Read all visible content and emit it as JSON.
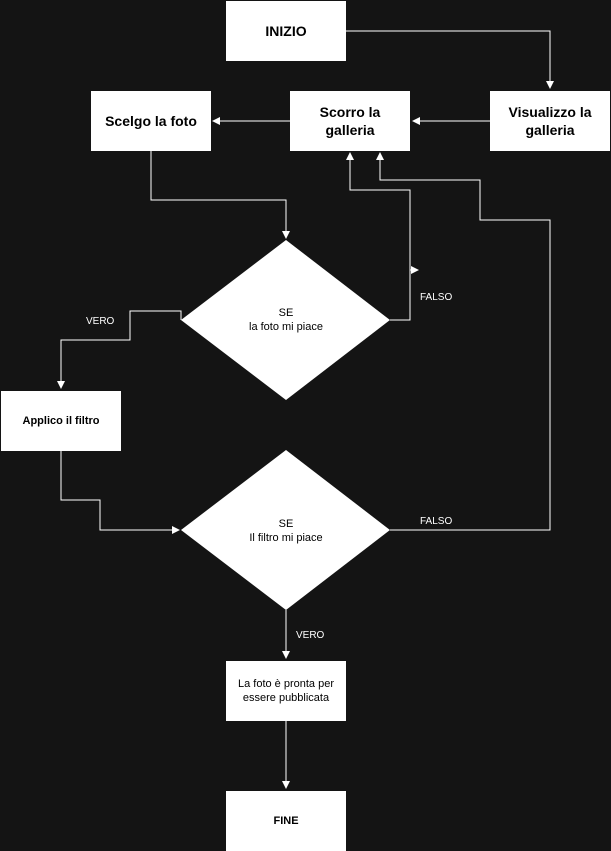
{
  "colors": {
    "background": "#141414",
    "node": "#ffffff",
    "edge": "#ffffff",
    "text": "#000000"
  },
  "nodes": {
    "start": "INIZIO",
    "view_gallery": "Visualizzo la\ngalleria",
    "scroll_gallery": "Scorro la galleria",
    "choose_photo": "Scelgo la foto",
    "decision_photo": "SE\nla foto mi piace",
    "apply_filter": "Applico il filtro",
    "decision_filter": "SE\nIl filtro mi piace",
    "ready": "La foto è pronta per\nessere pubblicata",
    "end": "FINE"
  },
  "edge_labels": {
    "photo_true": "VERO",
    "photo_false": "FALSO",
    "filter_false": "FALSO",
    "filter_true": "VERO"
  }
}
